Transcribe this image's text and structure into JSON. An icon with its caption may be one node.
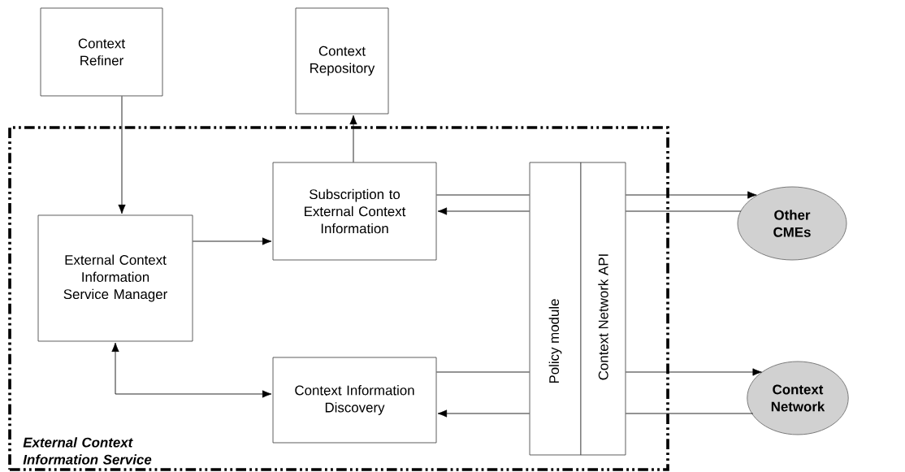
{
  "diagram": {
    "nodes": [
      {
        "text": [
          "Context Refiner"
        ]
      },
      {
        "text": [
          "Context Repository"
        ]
      },
      {
        "text": [
          "External Context Information Service"
        ]
      },
      {
        "text": [
          "External Context Information Service Manager"
        ],
        "in": 2
      },
      {
        "text": [
          "Subscription to External Context Information"
        ],
        "in": 2
      },
      {
        "text": [
          "Context Information Discovery"
        ],
        "in": 2
      },
      {
        "text": [
          "Policy module"
        ],
        "in": 2
      },
      {
        "text": [
          "Context Network API"
        ],
        "in": 2
      },
      {
        "text": [
          "Other CMEs"
        ]
      },
      {
        "text": [
          "Context Network"
        ]
      }
    ],
    "edges": [
      {
        "from": 0,
        "to": 3,
        "arrow": "to"
      },
      {
        "from": 4,
        "to": 1,
        "arrow": "to"
      },
      {
        "from": 3,
        "to": 4,
        "arrow": "to"
      },
      {
        "from": 3,
        "to": 5,
        "arrow": "both"
      },
      {
        "from": 4,
        "to": 6,
        "arrow": "none"
      },
      {
        "from": 7,
        "to": 8,
        "arrow": "to"
      },
      {
        "from": 6,
        "to": 4,
        "arrow": "to"
      },
      {
        "from": 8,
        "to": 7,
        "arrow": "none"
      },
      {
        "from": 5,
        "to": 6,
        "arrow": "none"
      },
      {
        "from": 7,
        "to": 9,
        "arrow": "to"
      },
      {
        "from": 6,
        "to": 5,
        "arrow": "to"
      },
      {
        "from": 9,
        "to": 7,
        "arrow": "none"
      }
    ]
  }
}
